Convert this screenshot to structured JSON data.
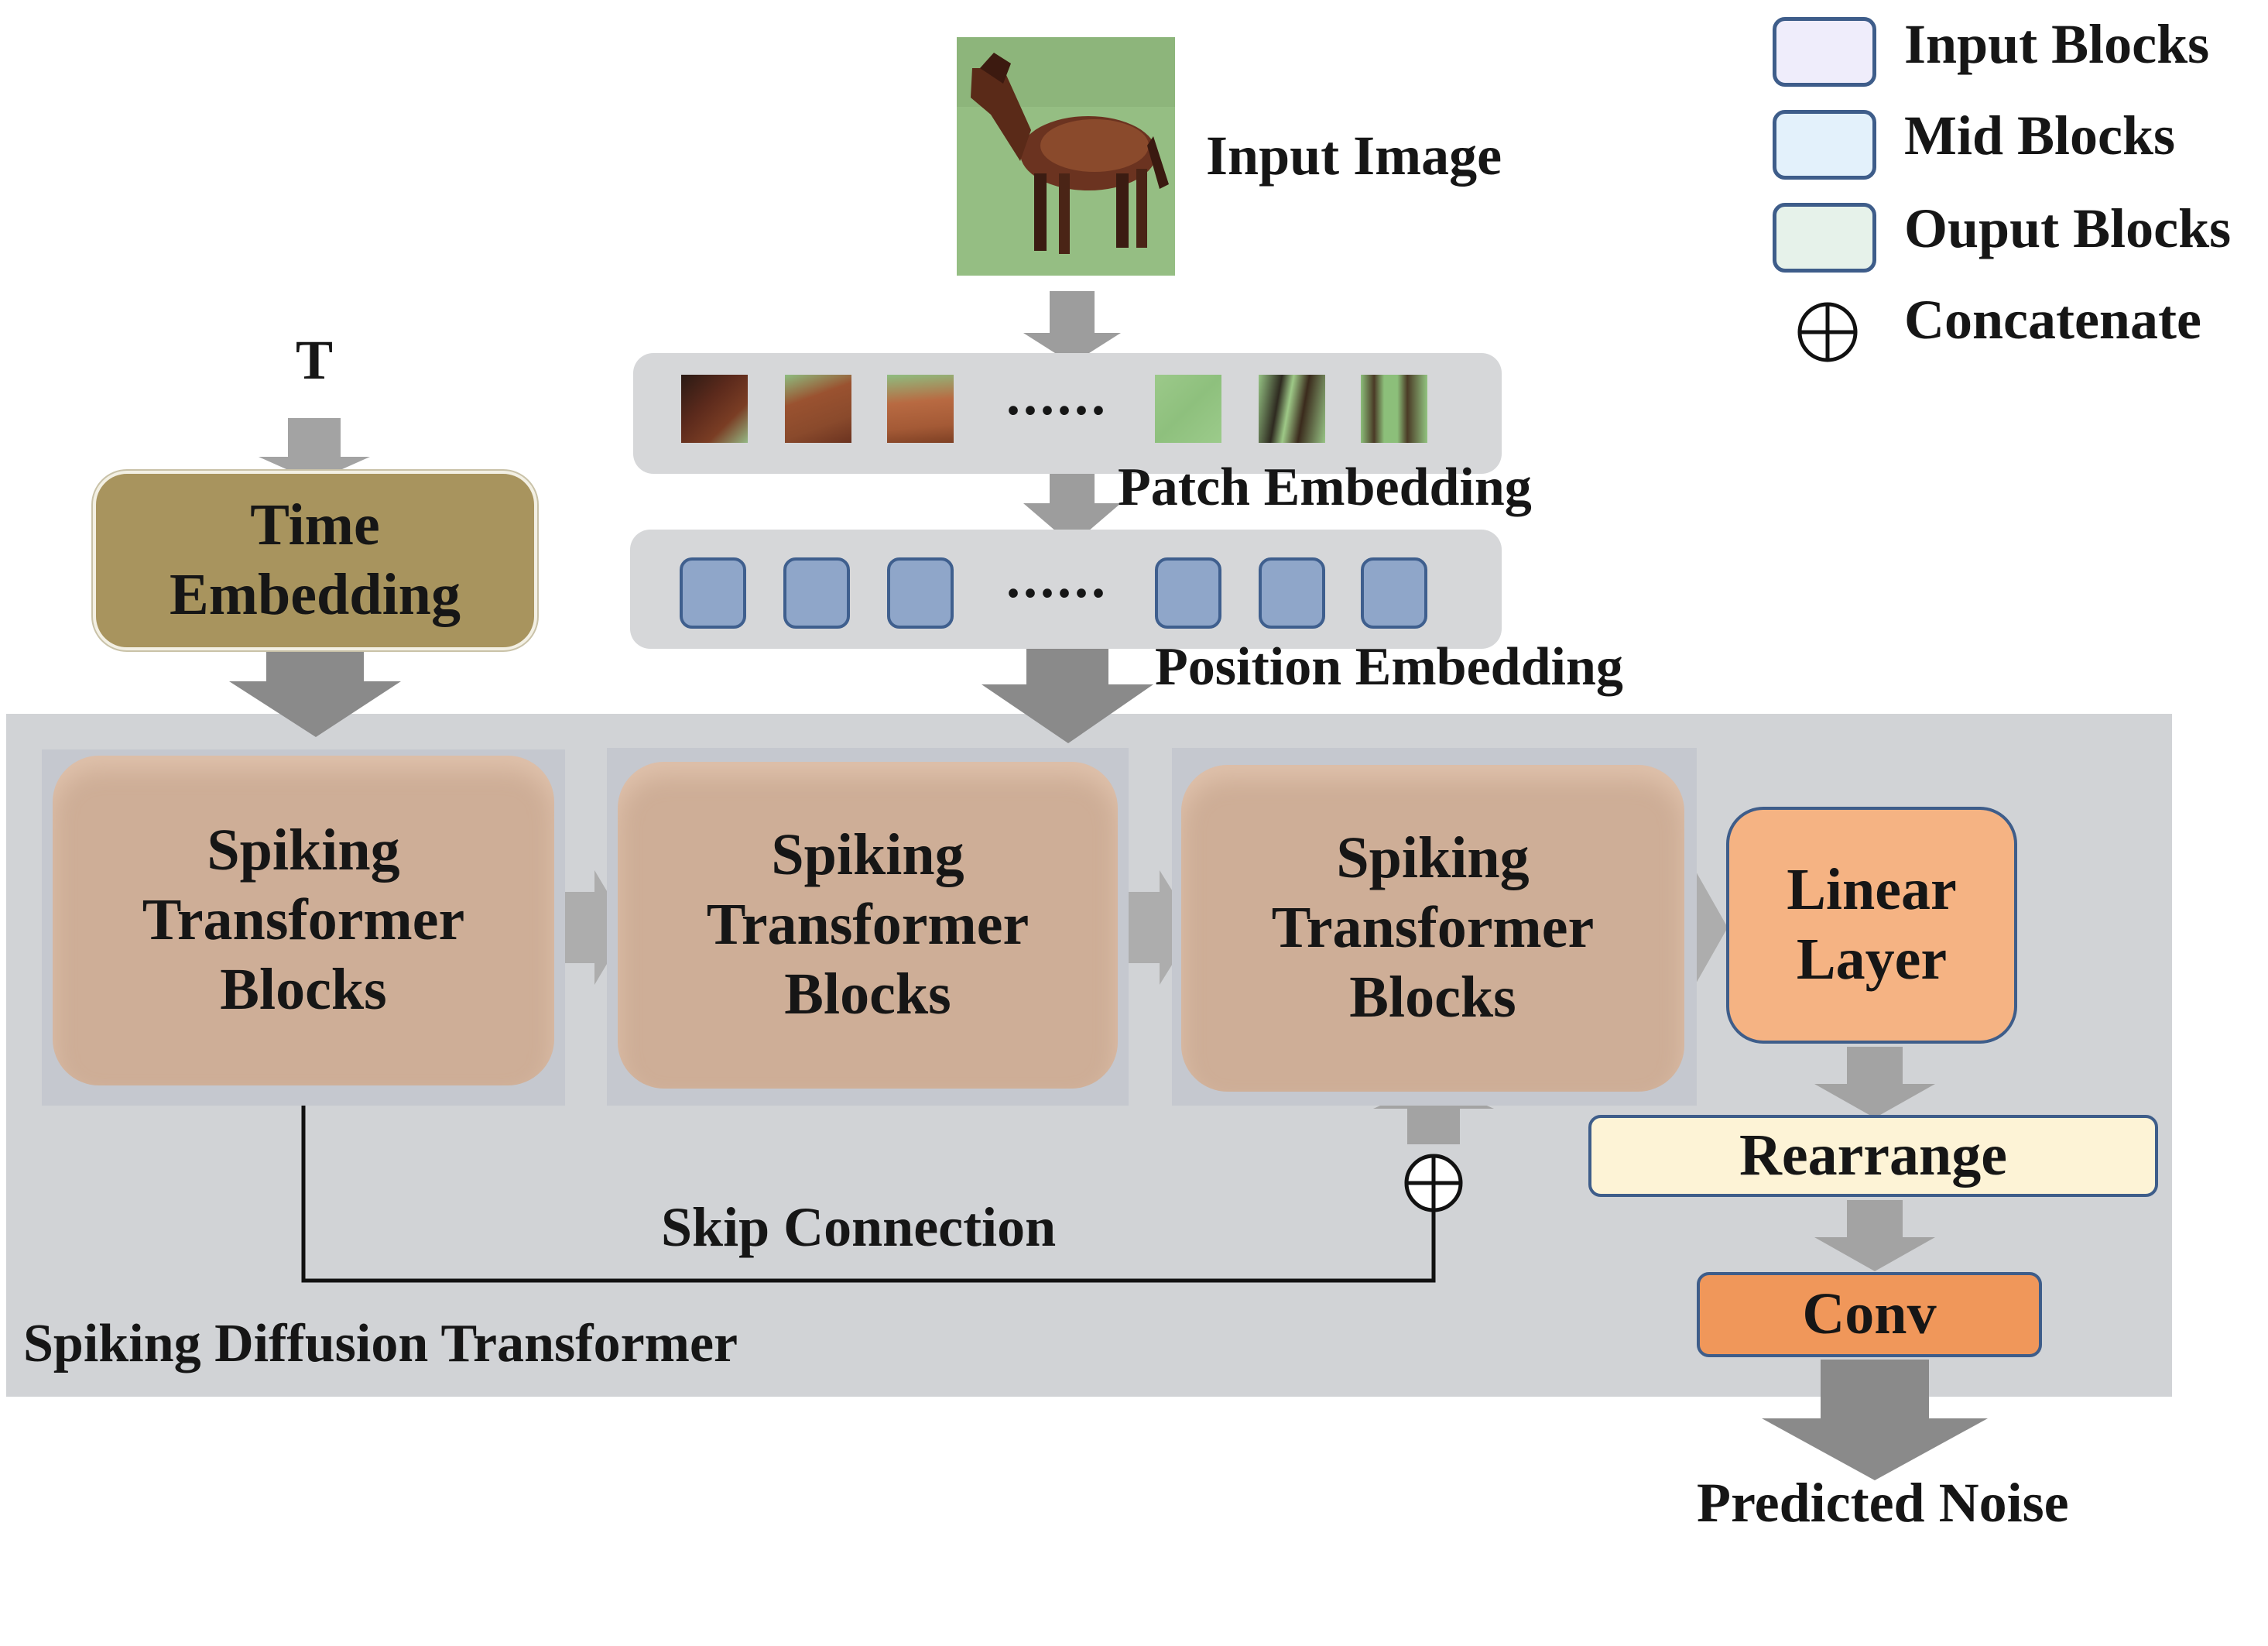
{
  "input": {
    "title": "Input Image",
    "time_symbol": "T",
    "time_embedding": "Time\nEmbedding",
    "ellipsis": "......",
    "patch_embedding": "Patch Embedding",
    "position_embedding": "Position Embedding"
  },
  "blocks": {
    "stb_1": "Spiking\nTransformer\nBlocks",
    "stb_2": "Spiking\nTransformer\nBlocks",
    "stb_3": "Spiking\nTransformer\nBlocks",
    "linear": "Linear\nLayer",
    "rearrange": "Rearrange",
    "conv": "Conv"
  },
  "connections": {
    "skip": "Skip Connection"
  },
  "panel": {
    "title": "Spiking Diffusion Transformer"
  },
  "output": {
    "label": "Predicted Noise"
  },
  "legend": {
    "items": [
      {
        "label": "Input Blocks",
        "color": "#efedfb"
      },
      {
        "label": "Mid Blocks",
        "color": "#e3f1fb"
      },
      {
        "label": "Ouput Blocks",
        "color": "#e6f2ea"
      },
      {
        "label": "Concatenate",
        "icon": "circle-plus-icon"
      }
    ]
  },
  "colors": {
    "stb": "#ceae97",
    "linear": "#f5b383",
    "rearrange": "#fdf3d6",
    "conv": "#f0975a",
    "time_embedding": "#a8945e",
    "panel": "#d1d3d6",
    "arrow": "#9b9b9b"
  }
}
